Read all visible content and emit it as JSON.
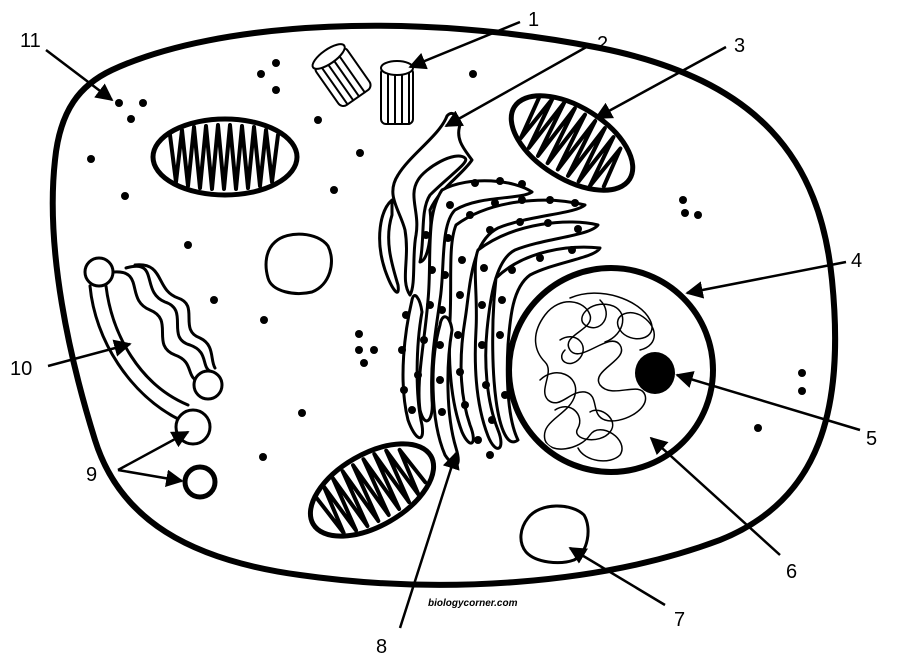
{
  "labels": {
    "l1": "1",
    "l2": "2",
    "l3": "3",
    "l4": "4",
    "l5": "5",
    "l6": "6",
    "l7": "7",
    "l8": "8",
    "l9": "9",
    "l10": "10",
    "l11": "11"
  },
  "credit": "biologycorner.com",
  "colors": {
    "ink": "#000000",
    "background": "#ffffff"
  }
}
